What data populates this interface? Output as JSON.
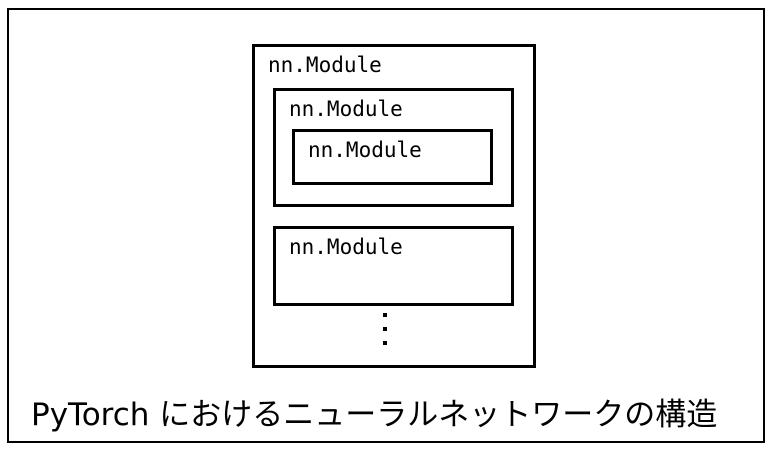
{
  "figure": {
    "caption": "PyTorch におけるニューラルネットワークの構造",
    "colors": {
      "background": "#ffffff",
      "stroke": "#000000"
    },
    "diagram": {
      "levels": [
        {
          "id": "level-1",
          "label": "nn.Module",
          "depth": 1
        },
        {
          "id": "level-2a",
          "label": "nn.Module",
          "depth": 2
        },
        {
          "id": "level-3",
          "label": "nn.Module",
          "depth": 3
        },
        {
          "id": "level-2b",
          "label": "nn.Module",
          "depth": 2
        }
      ],
      "continuation": {
        "symbol": "vertical-ellipsis",
        "dots": 3
      }
    }
  }
}
